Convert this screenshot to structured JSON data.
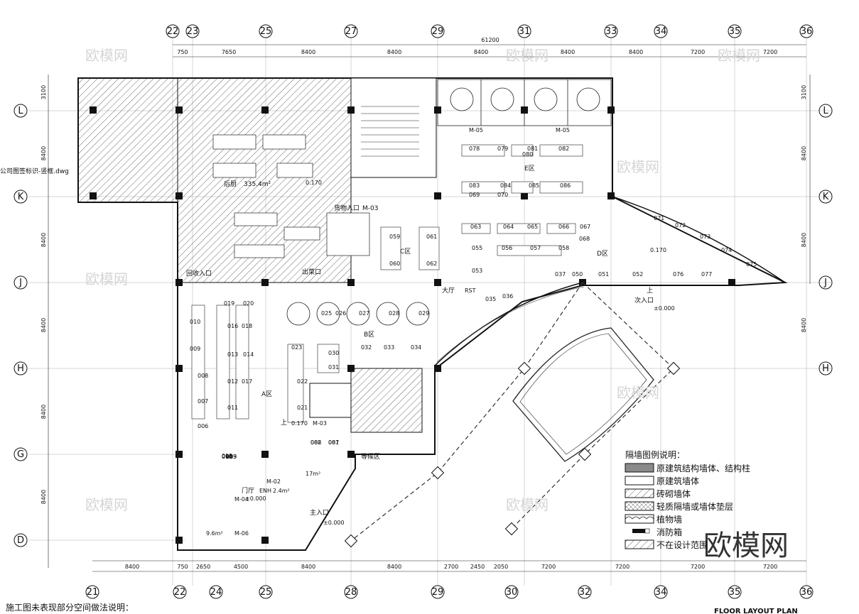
{
  "axes": {
    "top": [
      "22",
      "23",
      "25",
      "27",
      "29",
      "31",
      "33",
      "34",
      "35",
      "36"
    ],
    "bottom": [
      "21",
      "22",
      "24",
      "25",
      "28",
      "29",
      "30",
      "32",
      "34",
      "35",
      "36"
    ],
    "left": [
      "L",
      "K",
      "J",
      "H",
      "G",
      "D"
    ],
    "right": [
      "L",
      "K",
      "J",
      "H"
    ]
  },
  "dims": {
    "total_top": "61200",
    "top": [
      "750",
      "7650",
      "8400",
      "8400",
      "8400",
      "8400",
      "8400",
      "7200",
      "7200"
    ],
    "bottom": [
      "8400",
      "750",
      "2650",
      "4500",
      "8400",
      "8400",
      "2700",
      "2450",
      "2050",
      "7200",
      "7200",
      "7200",
      "7200"
    ],
    "left": [
      "3100",
      "8400",
      "8400",
      "8400",
      "8400",
      "8400"
    ],
    "right": [
      "3100",
      "8400",
      "8400",
      "8400"
    ]
  },
  "rooms": {
    "kitchen": "后厨",
    "kitchen_area": "335.4m²",
    "level_0170": "0.170",
    "goods_entry": "货物入口",
    "m03": "M-03",
    "m05": "M-05",
    "recycle_entry": "回收入口",
    "dish_out": "出菜口",
    "hall": "大厅",
    "rst": "RST",
    "zone_a": "A区",
    "zone_b": "B区",
    "zone_c": "C区",
    "zone_d": "D区",
    "zone_e": "E区",
    "up": "上",
    "secondary_entry": "次入口",
    "level_0000": "±0.000",
    "waiting": "等候区",
    "lobby": "门厅",
    "enh": "ENH",
    "lobby_area": "2.4m²",
    "m02": "M-02",
    "m04": "M-04",
    "m06": "M-06",
    "main_entry": "主入口",
    "area_9_6": "9.6m²",
    "area_17": "17m²",
    "side_note": "公司图签标识-竖框.dwg",
    "table_labels": [
      "001",
      "002",
      "003",
      "005",
      "006",
      "007",
      "008",
      "009",
      "010",
      "011",
      "012",
      "013",
      "014",
      "015",
      "016",
      "017",
      "018",
      "019",
      "020",
      "021",
      "022",
      "023",
      "025",
      "026",
      "027",
      "028",
      "029",
      "030",
      "031",
      "032",
      "033",
      "034",
      "035",
      "036",
      "037",
      "050",
      "051",
      "052",
      "053",
      "055",
      "056",
      "057",
      "058",
      "059",
      "060",
      "061",
      "062",
      "063",
      "064",
      "065",
      "066",
      "067",
      "068",
      "069",
      "070",
      "071",
      "072",
      "073",
      "074",
      "075",
      "076",
      "077",
      "078",
      "079",
      "080",
      "081",
      "082",
      "083",
      "084",
      "085",
      "086",
      "087",
      "088",
      "089",
      "090"
    ]
  },
  "legend": {
    "title": "隔墙图例说明：",
    "items": [
      {
        "label": "原建筑结构墙体、结构柱",
        "pattern": "solid-gray"
      },
      {
        "label": "原建筑墙体",
        "pattern": "empty"
      },
      {
        "label": "砖砌墙体",
        "pattern": "hatch"
      },
      {
        "label": "轻质隔墙或墙体垫层",
        "pattern": "cross-hatch"
      },
      {
        "label": "植物墙",
        "pattern": "scallop"
      },
      {
        "label": "消防箱",
        "pattern": "fire-box"
      },
      {
        "label": "不在设计范围",
        "pattern": "hatch"
      }
    ]
  },
  "watermark": "欧模网",
  "footer": {
    "left_note": "施工图未表现部分空间做法说明：",
    "title": "FLOOR LAYOUT PLAN"
  },
  "colors": {
    "line": "#111111",
    "hatch": "#444444",
    "gray_fill": "#8a8a8a",
    "watermark": "#d6d6d6"
  }
}
